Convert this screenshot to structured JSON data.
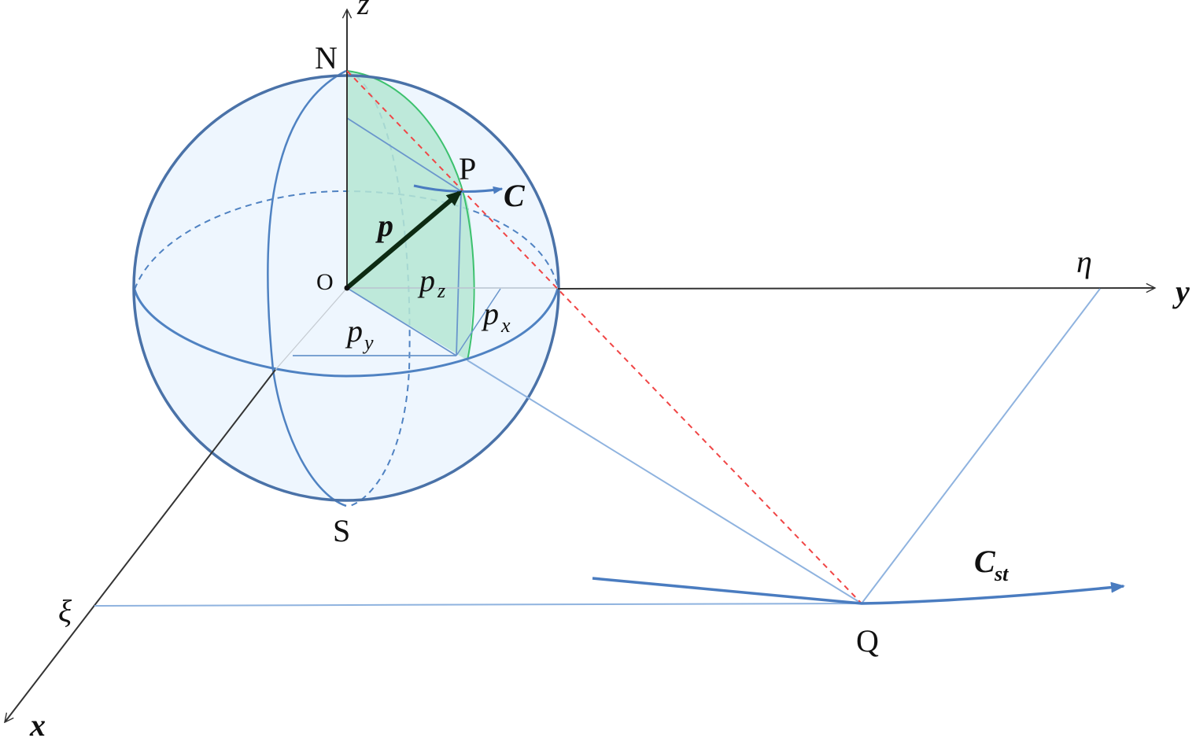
{
  "figure": {
    "type": "stereographic-projection-diagram",
    "colors": {
      "sphere_fill": "#eef6fe",
      "sphere_outline": "#4a72a8",
      "meridian": "#4f82c2",
      "hemisphere_patch": "#b5e6d3",
      "patch_edge": "#3cc16e",
      "projection_line": "#8fb3df",
      "ray_dashed": "#f04545",
      "vector": "#0d2a12",
      "axis": "#333333"
    }
  },
  "labels": {
    "north_pole": "N",
    "south_pole": "S",
    "origin": "O",
    "point_on_sphere": "P",
    "projected_point": "Q",
    "vector_p": "p",
    "curve_on_sphere": "C",
    "projected_curve": "C",
    "projected_curve_sub": "st",
    "component_z": "p",
    "component_z_sub": "z",
    "component_y": "p",
    "component_y_sub": "y",
    "component_x": "p",
    "component_x_sub": "x",
    "axis_x": "x",
    "axis_y": "y",
    "axis_z": "z",
    "plane_coord_xi": "ξ",
    "plane_coord_eta": "η"
  }
}
